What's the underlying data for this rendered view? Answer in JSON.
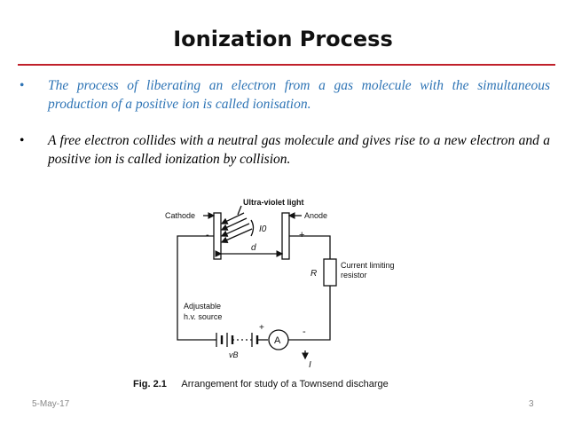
{
  "slide": {
    "title": "Ionization Process",
    "bullets": [
      "The process of liberating an electron from a gas molecule with the simultaneous production of a positive ion is called ionisation.",
      "A free electron collides with a neutral gas molecule and gives rise to a new electron and a positive ion is called ionization by collision."
    ],
    "footer_date": "5-May-17",
    "page_number": "3"
  },
  "figure": {
    "labels": {
      "cathode": "Cathode",
      "uv_light": "Ultra-violet light",
      "anode": "Anode",
      "minus_cathode": "-",
      "plus_anode": "+",
      "i0": "I0",
      "d": "d",
      "r": "R",
      "resistor_line1": "Current limiting",
      "resistor_line2": "resistor",
      "source_line1": "Adjustable",
      "source_line2": "h.v. source",
      "vb": "vB",
      "ammeter": "A",
      "i": "I",
      "plus_source": "+",
      "minus_meter": "-"
    },
    "caption_number": "Fig. 2.1",
    "caption_text": "Arrangement for study of a Townsend discharge"
  },
  "colors": {
    "accent_rule": "#c0202a",
    "bullet_blue": "#2e74b5"
  }
}
